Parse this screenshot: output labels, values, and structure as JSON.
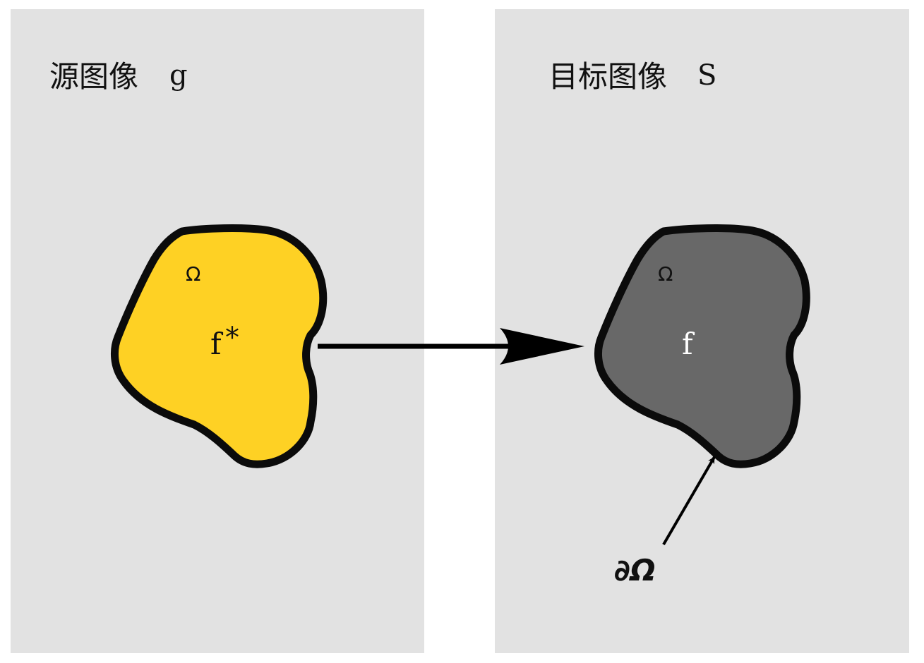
{
  "colors": {
    "panel_background": "#e2e2e2",
    "source_region_fill": "#fed124",
    "target_region_fill": "#686868",
    "outline": "#0b0b0b",
    "arrow": "#000000"
  },
  "source_panel": {
    "title": "源图像",
    "variable": "g",
    "region": {
      "omega_label": "Ω",
      "function_label": "f",
      "function_superscript": "*"
    }
  },
  "target_panel": {
    "title": "目标图像",
    "variable": "S",
    "region": {
      "omega_label": "Ω",
      "function_label": "f"
    },
    "boundary_label": "∂Ω"
  }
}
